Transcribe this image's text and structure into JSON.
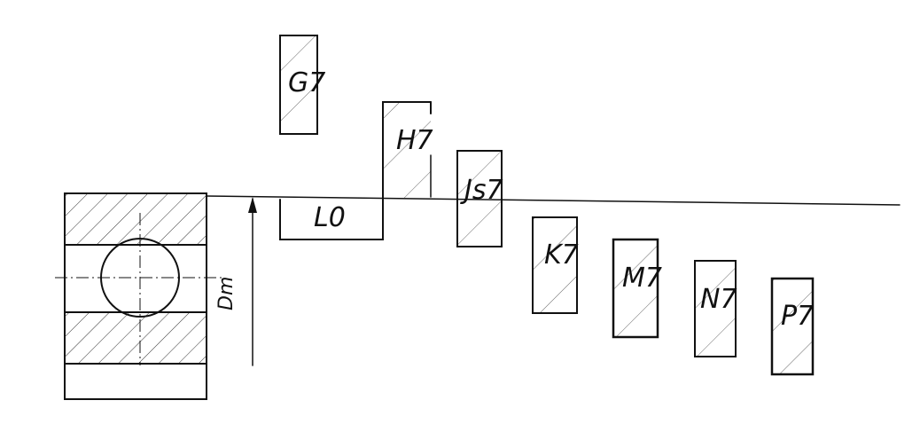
{
  "diagram": {
    "bearing_dimension_label": "Dm",
    "zero_line_field_label": "L0",
    "tolerance_fields": [
      {
        "label": "G7"
      },
      {
        "label": "H7"
      },
      {
        "label": "Js7"
      },
      {
        "label": "K7"
      },
      {
        "label": "M7"
      },
      {
        "label": "N7"
      },
      {
        "label": "P7"
      }
    ],
    "colors": {
      "ink": "#111111",
      "background": "#ffffff"
    }
  }
}
